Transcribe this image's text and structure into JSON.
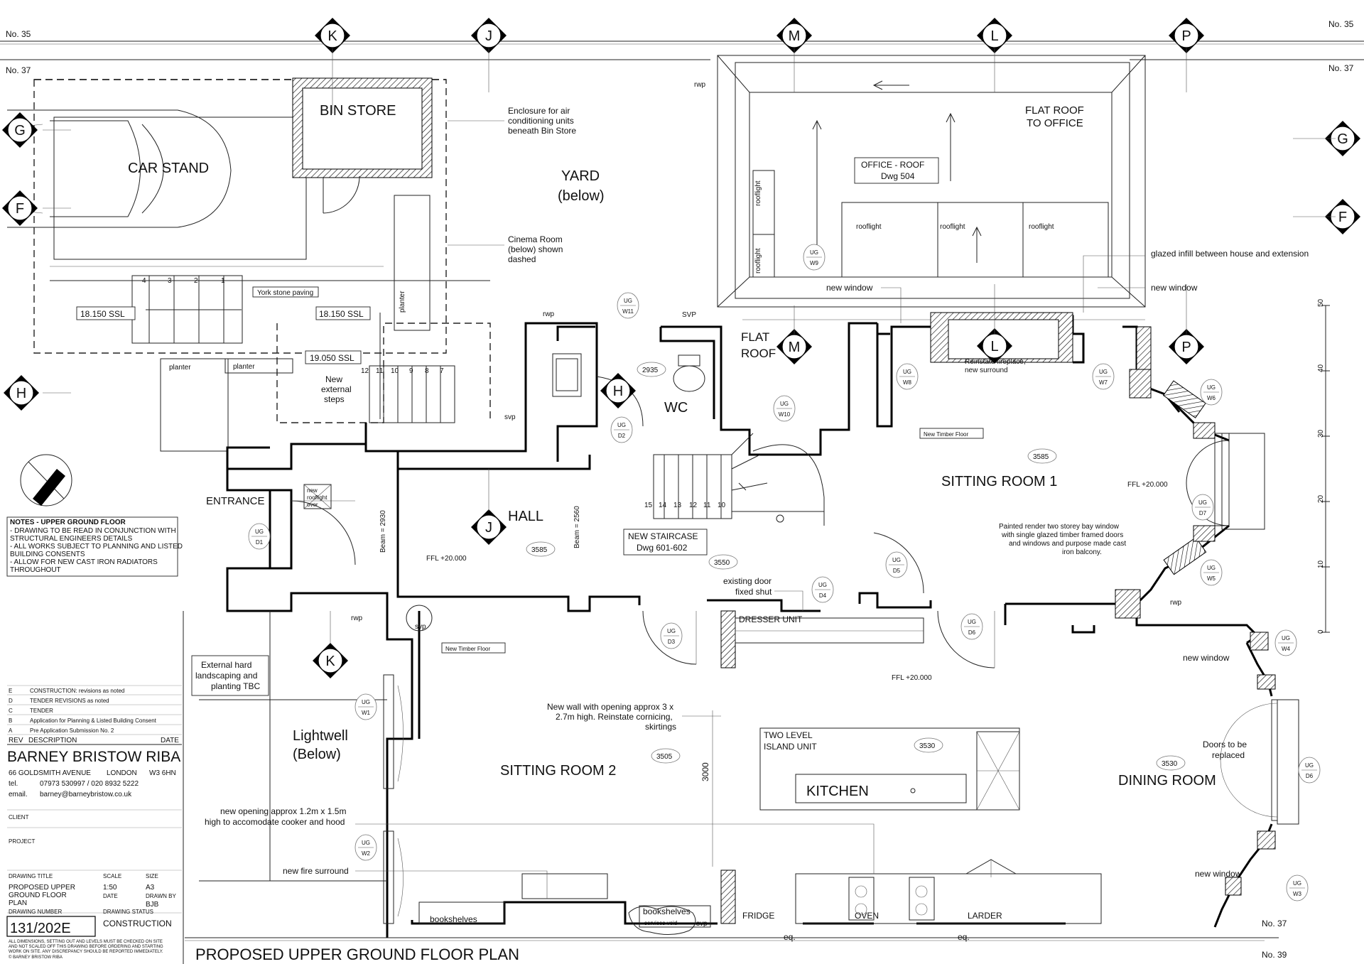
{
  "neighbours": {
    "no35_left": "No. 35",
    "no35_right": "No. 35",
    "no37_left": "No. 37",
    "no37_right": "No. 37",
    "no37_bottom": "No. 37",
    "no39": "No. 39"
  },
  "grid_refs": {
    "K": "K",
    "J": "J",
    "M": "M",
    "L": "L",
    "P": "P",
    "G": "G",
    "F": "F",
    "H": "H"
  },
  "rooms": {
    "bin_store": "BIN STORE",
    "car_stand": "CAR STAND",
    "yard": "YARD",
    "yard_sub": "(below)",
    "flat_roof_office": "FLAT ROOF",
    "flat_roof_office_2": "TO OFFICE",
    "flat_roof": "FLAT",
    "flat_roof_2": "ROOF",
    "wc": "WC",
    "hall": "HALL",
    "entrance": "ENTRANCE",
    "sitting_room_1": "SITTING ROOM 1",
    "sitting_room_2": "SITTING ROOM 2",
    "kitchen": "KITCHEN",
    "dining_room": "DINING ROOM",
    "lightwell": "Lightwell",
    "lightwell_sub": "(Below)"
  },
  "labels": {
    "office_roof": "OFFICE - ROOF",
    "office_dwg": "Dwg 504",
    "new_staircase": "NEW STAIRCASE",
    "staircase_dwg": "Dwg 601-602",
    "ssl_left": "18.150 SSL",
    "ssl_mid": "18.150 SSL",
    "ssl_steps": "19.050 SSL",
    "york_stone": "York stone paving",
    "planter": "planter",
    "new_ext_steps_1": "New",
    "new_ext_steps_2": "external",
    "new_ext_steps_3": "steps",
    "rooflight": "rooflight",
    "ffl": "FFL +20.000",
    "lvl_2935": "2935",
    "lvl_3585": "3585",
    "lvl_3550": "3550",
    "lvl_3505": "3505",
    "lvl_3530": "3530",
    "beam_2930": "Beam = 2930",
    "beam_2560": "Beam = 2560",
    "timber_floor": "New Timber Floor",
    "dresser_unit": "DRESSER UNIT",
    "island_1": "TWO LEVEL",
    "island_2": "ISLAND UNIT",
    "fridge": "FRIDGE",
    "oven": "OVEN",
    "larder": "LARDER",
    "bookshelves": "bookshelves",
    "services_void": "services void",
    "dim_3000": "3000",
    "eq": "eq.",
    "rwp": "rwp",
    "svp": "SVP",
    "svp_lc": "svp",
    "reinstate_1": "Reinstate fireplace,",
    "reinstate_2": "new surround",
    "new_roof_light_1": "new",
    "new_roof_light_2": "rooflight",
    "new_roof_light_3": "over"
  },
  "notes": {
    "enclosure": [
      "Enclosure for air",
      "conditioning units",
      "beneath Bin Store"
    ],
    "cinema": [
      "Cinema Room",
      "(below) shown",
      "dashed"
    ],
    "glazed_infill": "glazed infill between house and extension",
    "new_window": "new window",
    "existing_door": [
      "existing door",
      "fixed shut"
    ],
    "bay_window": [
      "Painted render two storey bay window",
      "with single glazed timber framed doors",
      "and windows and purpose made cast",
      "iron balcony."
    ],
    "new_wall": [
      "New wall with opening approx 3 x",
      "2.7m high. Reinstate cornicing,",
      "skirtings"
    ],
    "new_opening": [
      "new opening approx 1.2m x 1.5m",
      "high to accomodate cooker and hood"
    ],
    "new_fire": "new fire surround",
    "doors_replace": [
      "Doors to be",
      "replaced"
    ],
    "ext_landscape": [
      "External hard",
      "landscaping and",
      "planting TBC"
    ]
  },
  "door_tags": {
    "UG_W11": [
      "UG",
      "W11"
    ],
    "UG_W9": [
      "UG",
      "W9"
    ],
    "UG_W10": [
      "UG",
      "W10"
    ],
    "UG_W8": [
      "UG",
      "W8"
    ],
    "UG_W7": [
      "UG",
      "W7"
    ],
    "UG_W6": [
      "UG",
      "W6"
    ],
    "UG_D7": [
      "UG",
      "D7"
    ],
    "UG_W5": [
      "UG",
      "W5"
    ],
    "UG_W4": [
      "UG",
      "W4"
    ],
    "UG_D6b": [
      "UG",
      "D6"
    ],
    "UG_W3": [
      "UG",
      "W3"
    ],
    "UG_D2": [
      "UG",
      "D2"
    ],
    "UG_D1": [
      "UG",
      "D1"
    ],
    "UG_D5": [
      "UG",
      "D5"
    ],
    "UG_D4": [
      "UG",
      "D4"
    ],
    "UG_D3": [
      "UG",
      "D3"
    ],
    "UG_D6": [
      "UG",
      "D6"
    ],
    "UG_W1": [
      "UG",
      "W1"
    ],
    "UG_W2": [
      "UG",
      "W2"
    ]
  },
  "stair_steps": [
    "15",
    "14",
    "13",
    "12",
    "11",
    "10"
  ],
  "ext_steps_top": [
    "4",
    "3",
    "2",
    "1"
  ],
  "ext_steps_bottom": [
    "12",
    "11",
    "10",
    "9",
    "8",
    "7"
  ],
  "scale_ticks": [
    "50",
    "40",
    "30",
    "20",
    "10",
    "0"
  ],
  "notes_box": {
    "heading": "NOTES - UPPER GROUND FLOOR",
    "lines": [
      "- DRAWING TO BE READ IN CONJUNCTION WITH",
      "STRUCTURAL ENGINEERS DETAILS",
      "- ALL WORKS SUBJECT TO PLANNING AND LISTED",
      "BUILDING CONSENTS",
      "- ALLOW FOR NEW CAST IRON RADIATORS",
      "THROUGHOUT"
    ]
  },
  "revisions": [
    {
      "rev": "E",
      "desc": "CONSTRUCTION: revisions as noted"
    },
    {
      "rev": "D",
      "desc": "TENDER REVISIONS as noted"
    },
    {
      "rev": "C",
      "desc": "TENDER"
    },
    {
      "rev": "B",
      "desc": "Application for Planning & Listed Building Consent"
    },
    {
      "rev": "A",
      "desc": "Pre Application Submission No. 2"
    }
  ],
  "rev_header": {
    "rev": "REV",
    "desc": "DESCRIPTION",
    "date": "DATE"
  },
  "titleblock": {
    "firm": "BARNEY BRISTOW RIBA",
    "address": "66 GOLDSMITH AVENUE",
    "city": "LONDON",
    "postcode": "W3 6HN",
    "tel_label": "tel.",
    "tel": "07973 530997 / 020 8932 5222",
    "email_label": "email.",
    "email": "barney@barneybristow.co.uk",
    "client_label": "CLIENT",
    "project_label": "PROJECT",
    "drawing_title_label": "DRAWING TITLE",
    "drawing_title": [
      "PROPOSED UPPER",
      "GROUND FLOOR",
      "PLAN"
    ],
    "scale_label": "SCALE",
    "scale": "1:50",
    "size_label": "SIZE",
    "size": "A3",
    "date_label": "DATE",
    "drawn_label": "DRAWN BY",
    "drawn": "BJB",
    "number_label": "DRAWING NUMBER",
    "number": "131/202E",
    "status_label": "DRAWING STATUS",
    "status": "CONSTRUCTION",
    "disclaimer": [
      "ALL DIMENSIONS, SETTING OUT AND LEVELS MUST BE CHECKED ON SITE",
      "AND NOT SCALED OFF THIS DRAWING BEFORE ORDERING AND STARTING",
      "WORK ON SITE. ANY DISCREPANCY SHOULD BE REPORTED IMMEDIATELY."
    ],
    "copyright": "© BARNEY BRISTOW RIBA"
  },
  "drawing_caption": "PROPOSED UPPER GROUND FLOOR PLAN"
}
